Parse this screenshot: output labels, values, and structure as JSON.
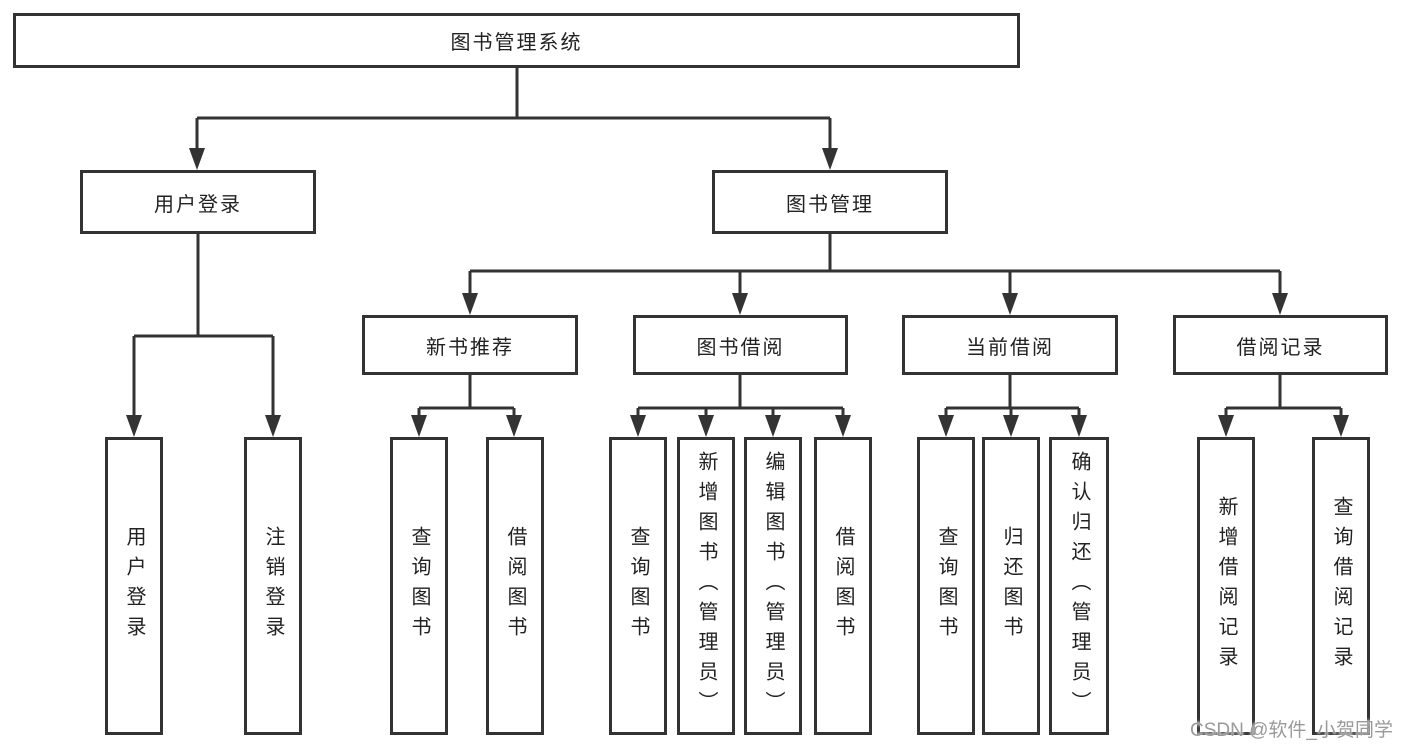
{
  "tree": {
    "root": {
      "label": "图书管理系统"
    },
    "children": [
      {
        "label": "用户登录",
        "children": [
          {
            "label": "用户登录"
          },
          {
            "label": "注销登录"
          }
        ]
      },
      {
        "label": "图书管理",
        "children": [
          {
            "label": "新书推荐",
            "children": [
              {
                "label": "查询图书"
              },
              {
                "label": "借阅图书"
              }
            ]
          },
          {
            "label": "图书借阅",
            "children": [
              {
                "label": "查询图书"
              },
              {
                "label": "新增图书（管理员）"
              },
              {
                "label": "编辑图书（管理员）"
              },
              {
                "label": "借阅图书"
              }
            ]
          },
          {
            "label": "当前借阅",
            "children": [
              {
                "label": "查询图书"
              },
              {
                "label": "归还图书"
              },
              {
                "label": "确认归还（管理员）"
              }
            ]
          },
          {
            "label": "借阅记录",
            "children": [
              {
                "label": "新增借阅记录"
              },
              {
                "label": "查询借阅记录"
              }
            ]
          }
        ]
      }
    ]
  },
  "watermark": {
    "text": "CSDN @软件_小贺同学"
  },
  "colors": {
    "line": "#333333",
    "border": "#333333",
    "text": "#222222",
    "watermark": "#9a9a9a",
    "background": "#ffffff"
  }
}
